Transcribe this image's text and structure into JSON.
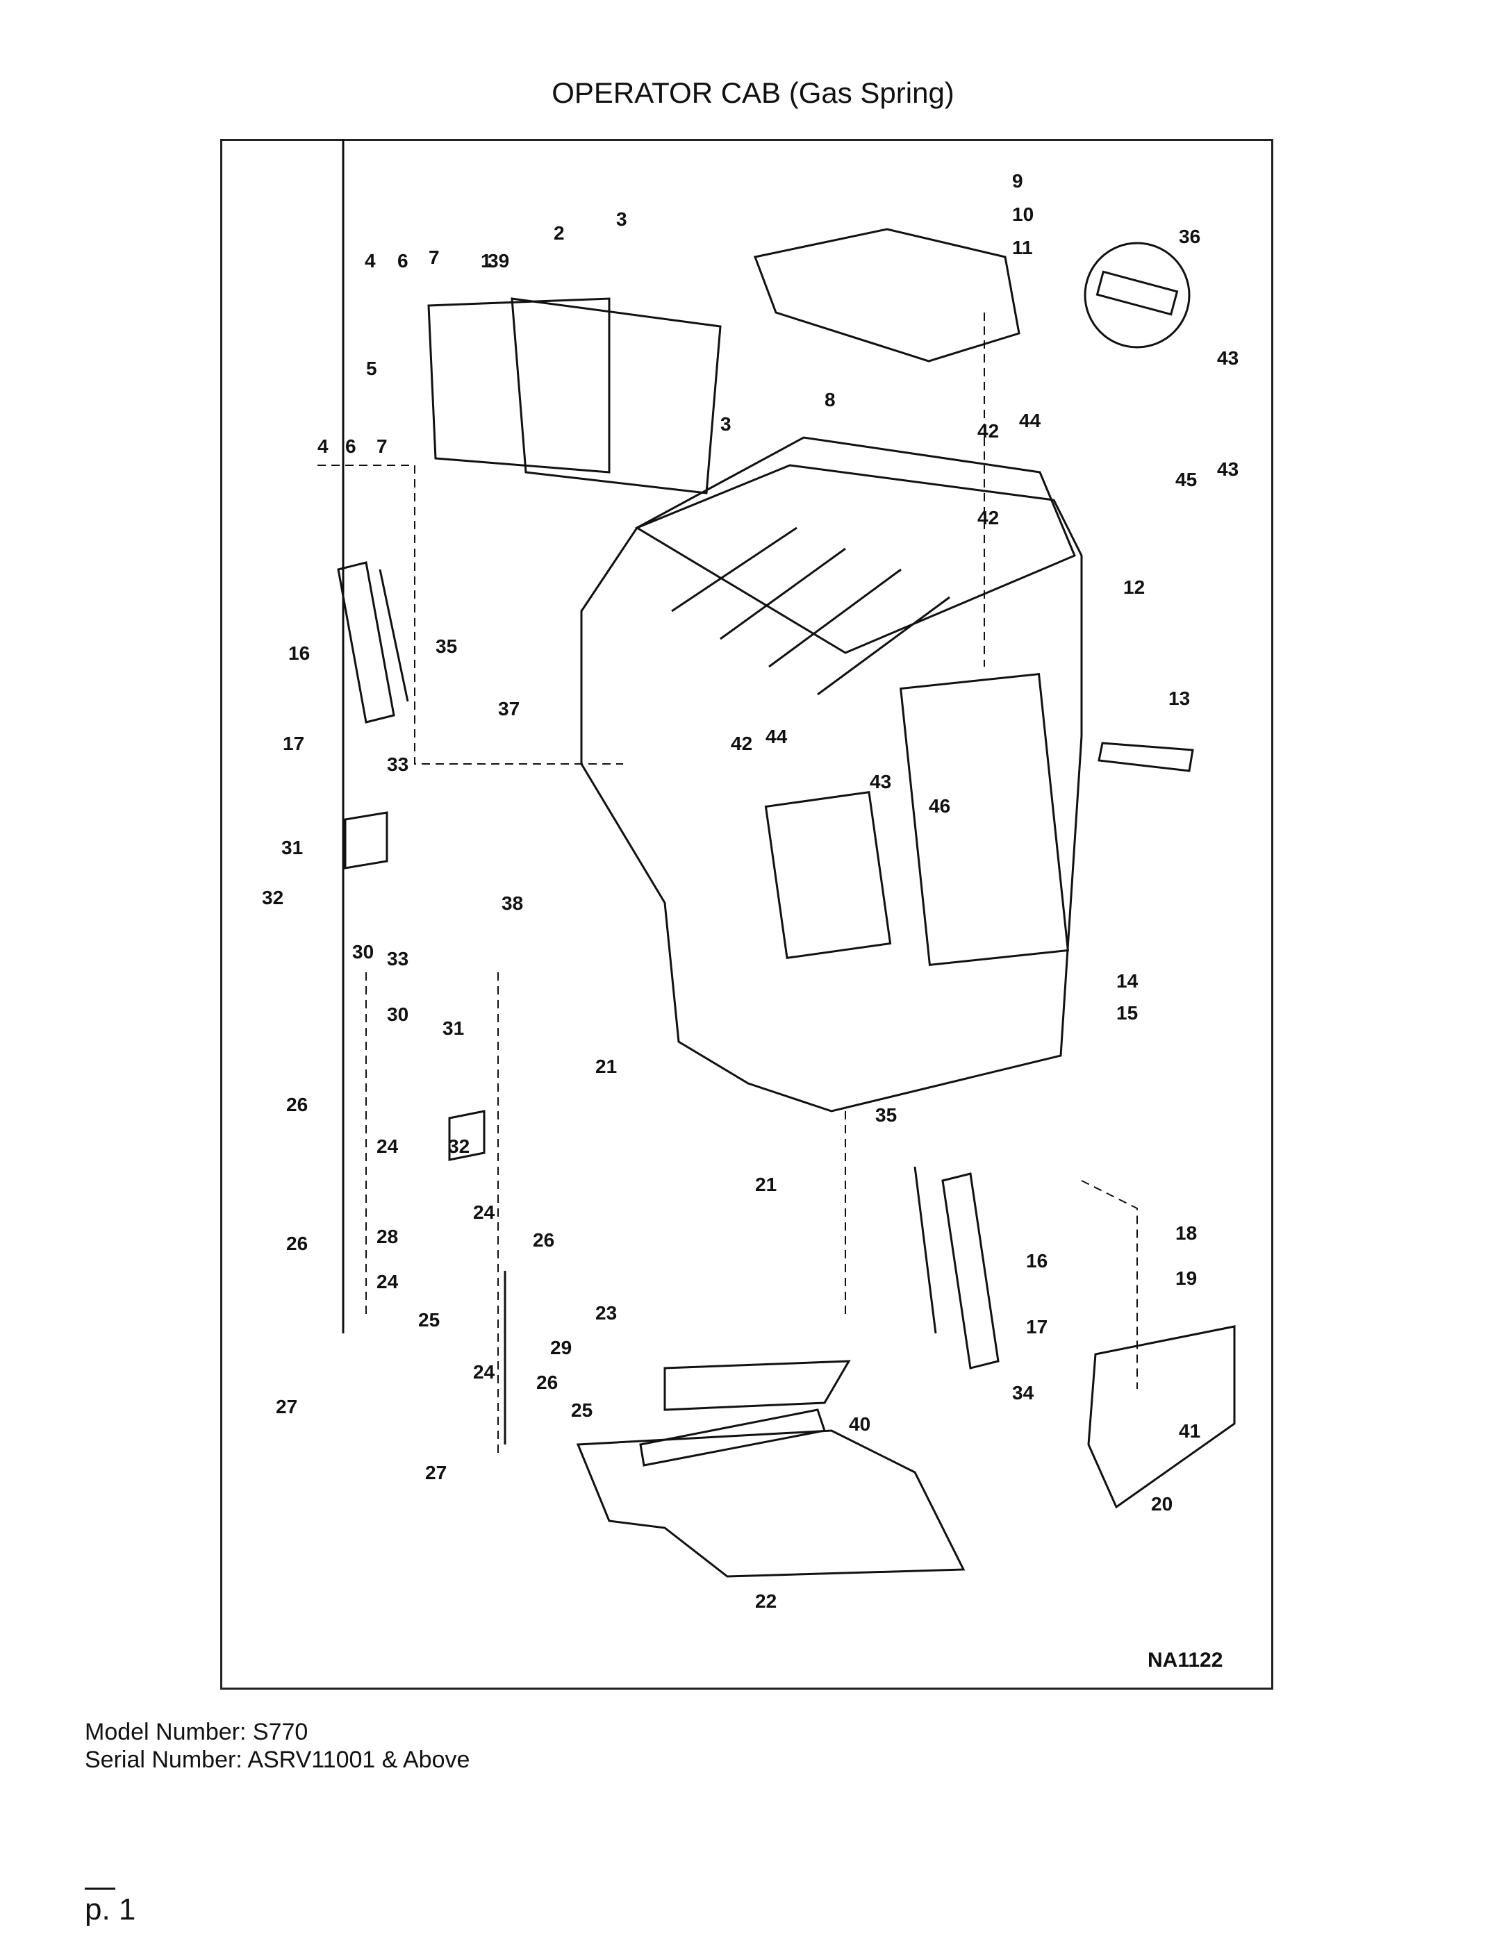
{
  "page": {
    "title": "OPERATOR CAB (Gas Spring)",
    "model_number": "Model Number: S770",
    "serial_number": "Serial Number: ASRV11001 & Above",
    "page_number": "p. 1"
  },
  "diagram": {
    "drawing_id": "NA1122",
    "callouts": [
      "1",
      "2",
      "3",
      "3",
      "4",
      "4",
      "5",
      "6",
      "6",
      "7",
      "7",
      "8",
      "9",
      "10",
      "11",
      "12",
      "13",
      "14",
      "15",
      "16",
      "16",
      "17",
      "17",
      "18",
      "19",
      "20",
      "21",
      "21",
      "22",
      "23",
      "24",
      "24",
      "24",
      "24",
      "25",
      "25",
      "26",
      "26",
      "26",
      "26",
      "27",
      "27",
      "28",
      "29",
      "30",
      "30",
      "31",
      "31",
      "32",
      "32",
      "33",
      "33",
      "34",
      "35",
      "35",
      "36",
      "37",
      "38",
      "39",
      "40",
      "41",
      "42",
      "42",
      "42",
      "43",
      "43",
      "43",
      "44",
      "44",
      "45",
      "46"
    ]
  }
}
